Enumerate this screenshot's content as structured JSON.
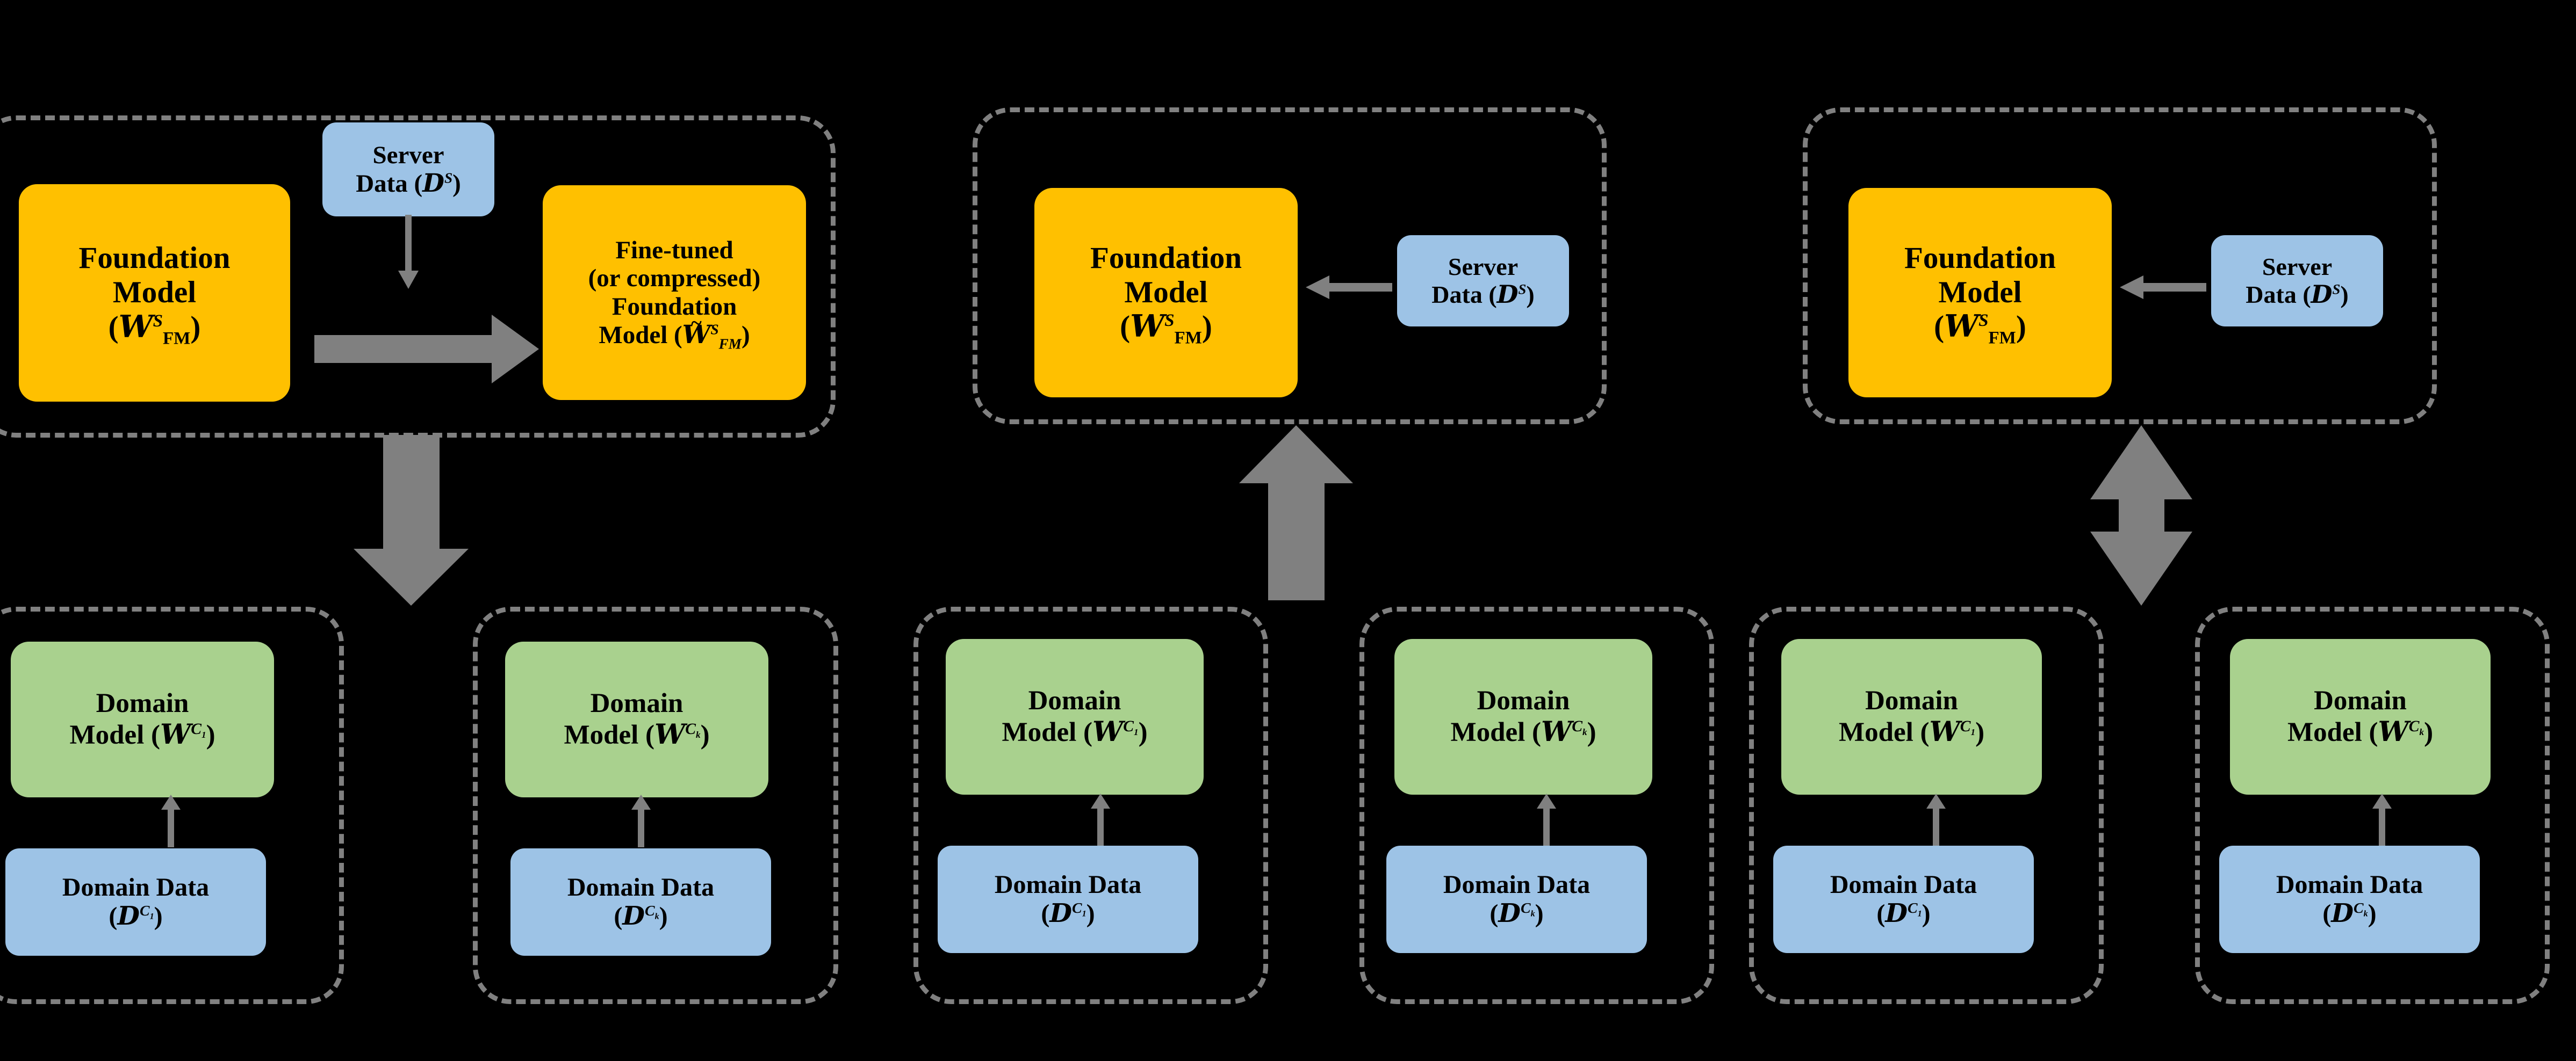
{
  "diagram": {
    "title": "Foundation model / domain model federation variants",
    "colors": {
      "background": "#000000",
      "foundation_model_fill": "#FFC000",
      "domain_model_fill": "#A9D18E",
      "data_fill": "#9DC3E6",
      "arrow": "#808080",
      "dashed_border": "#808080",
      "text": "#000000"
    }
  },
  "labels": {
    "foundation": "Foundation",
    "model": "Model",
    "fine_tuned": "Fine-tuned",
    "or_compressed": "(or compressed)",
    "server": "Server",
    "domain": "Domain",
    "domain_data": "Domain Data",
    "w_fm_s": "(W^S_FM)",
    "w_tilde_fm_s": "Model (W̃^S_FM)",
    "data_ds": "Data (D^S)",
    "model_w_c1": "Model (W^C1)",
    "model_w_ck": "Model (W^Ck)",
    "d_c1": "(D^C1)",
    "d_ck": "(D^Ck)"
  },
  "panels": [
    {
      "id": "panel-1",
      "server_group": {
        "nodes": [
          {
            "name": "foundation-model-box",
            "lines": [
              "Foundation",
              "Model",
              "(W^S_FM)"
            ],
            "fill": "#FFC000"
          },
          {
            "name": "fine-tuned-foundation-model-box",
            "lines": [
              "Fine-tuned",
              "(or compressed)",
              "Foundation",
              "Model (W̃^S_FM)"
            ],
            "fill": "#FFC000"
          },
          {
            "name": "server-data-box",
            "lines": [
              "Server",
              "Data (D^S)"
            ],
            "fill": "#9DC3E6"
          }
        ],
        "arrows": [
          {
            "name": "server-data-to-fine-tuned-arrow",
            "direction": "down",
            "style": "thin"
          },
          {
            "name": "foundation-to-fine-tuned-arrow",
            "direction": "right",
            "style": "thick"
          }
        ]
      },
      "broadcast_arrow": {
        "name": "server-to-clients-arrow",
        "direction": "down",
        "style": "thick"
      },
      "client_groups": [
        {
          "id": "client-1",
          "nodes": [
            {
              "name": "domain-model-box",
              "lines": [
                "Domain",
                "Model (W^C1)"
              ],
              "fill": "#A9D18E"
            },
            {
              "name": "domain-data-box",
              "lines": [
                "Domain Data",
                "(D^C1)"
              ],
              "fill": "#9DC3E6"
            }
          ],
          "arrow": {
            "name": "domain-data-to-domain-model-arrow",
            "direction": "up",
            "style": "thin"
          }
        },
        {
          "id": "client-k",
          "nodes": [
            {
              "name": "domain-model-box",
              "lines": [
                "Domain",
                "Model (W^Ck)"
              ],
              "fill": "#A9D18E"
            },
            {
              "name": "domain-data-box",
              "lines": [
                "Domain Data",
                "(D^Ck)"
              ],
              "fill": "#9DC3E6"
            }
          ],
          "arrow": {
            "name": "domain-data-to-domain-model-arrow",
            "direction": "up",
            "style": "thin"
          }
        }
      ]
    },
    {
      "id": "panel-2",
      "server_group": {
        "nodes": [
          {
            "name": "foundation-model-box",
            "lines": [
              "Foundation",
              "Model",
              "(W^S_FM)"
            ],
            "fill": "#FFC000"
          },
          {
            "name": "server-data-box",
            "lines": [
              "Server",
              "Data (D^S)"
            ],
            "fill": "#9DC3E6"
          }
        ],
        "arrows": [
          {
            "name": "server-data-to-foundation-model-arrow",
            "direction": "left",
            "style": "thin"
          }
        ]
      },
      "broadcast_arrow": {
        "name": "clients-to-server-arrow",
        "direction": "up",
        "style": "thick"
      },
      "client_groups": [
        {
          "id": "client-1",
          "nodes": [
            {
              "name": "domain-model-box",
              "lines": [
                "Domain",
                "Model (W^C1)"
              ],
              "fill": "#A9D18E"
            },
            {
              "name": "domain-data-box",
              "lines": [
                "Domain Data",
                "(D^C1)"
              ],
              "fill": "#9DC3E6"
            }
          ],
          "arrow": {
            "name": "domain-data-to-domain-model-arrow",
            "direction": "up",
            "style": "thin"
          }
        },
        {
          "id": "client-k",
          "nodes": [
            {
              "name": "domain-model-box",
              "lines": [
                "Domain",
                "Model (W^Ck)"
              ],
              "fill": "#A9D18E"
            },
            {
              "name": "domain-data-box",
              "lines": [
                "Domain Data",
                "(D^Ck)"
              ],
              "fill": "#9DC3E6"
            }
          ],
          "arrow": {
            "name": "domain-data-to-domain-model-arrow",
            "direction": "up",
            "style": "thin"
          }
        }
      ]
    },
    {
      "id": "panel-3",
      "server_group": {
        "nodes": [
          {
            "name": "foundation-model-box",
            "lines": [
              "Foundation",
              "Model",
              "(W^S_FM)"
            ],
            "fill": "#FFC000"
          },
          {
            "name": "server-data-box",
            "lines": [
              "Server",
              "Data (D^S)"
            ],
            "fill": "#9DC3E6"
          }
        ],
        "arrows": [
          {
            "name": "server-data-to-foundation-model-arrow",
            "direction": "left",
            "style": "thin"
          }
        ]
      },
      "broadcast_arrow": {
        "name": "server-clients-bidirectional-arrow",
        "direction": "both",
        "style": "thick"
      },
      "client_groups": [
        {
          "id": "client-1",
          "nodes": [
            {
              "name": "domain-model-box",
              "lines": [
                "Domain",
                "Model (W^C1)"
              ],
              "fill": "#A9D18E"
            },
            {
              "name": "domain-data-box",
              "lines": [
                "Domain Data",
                "(D^C1)"
              ],
              "fill": "#9DC3E6"
            }
          ],
          "arrow": {
            "name": "domain-data-to-domain-model-arrow",
            "direction": "up",
            "style": "thin"
          }
        },
        {
          "id": "client-k",
          "nodes": [
            {
              "name": "domain-model-box",
              "lines": [
                "Domain",
                "Model (W^Ck)"
              ],
              "fill": "#A9D18E"
            },
            {
              "name": "domain-data-box",
              "lines": [
                "Domain Data",
                "(D^Ck)"
              ],
              "fill": "#9DC3E6"
            }
          ],
          "arrow": {
            "name": "domain-data-to-domain-model-arrow",
            "direction": "up",
            "style": "thin"
          }
        }
      ]
    }
  ]
}
